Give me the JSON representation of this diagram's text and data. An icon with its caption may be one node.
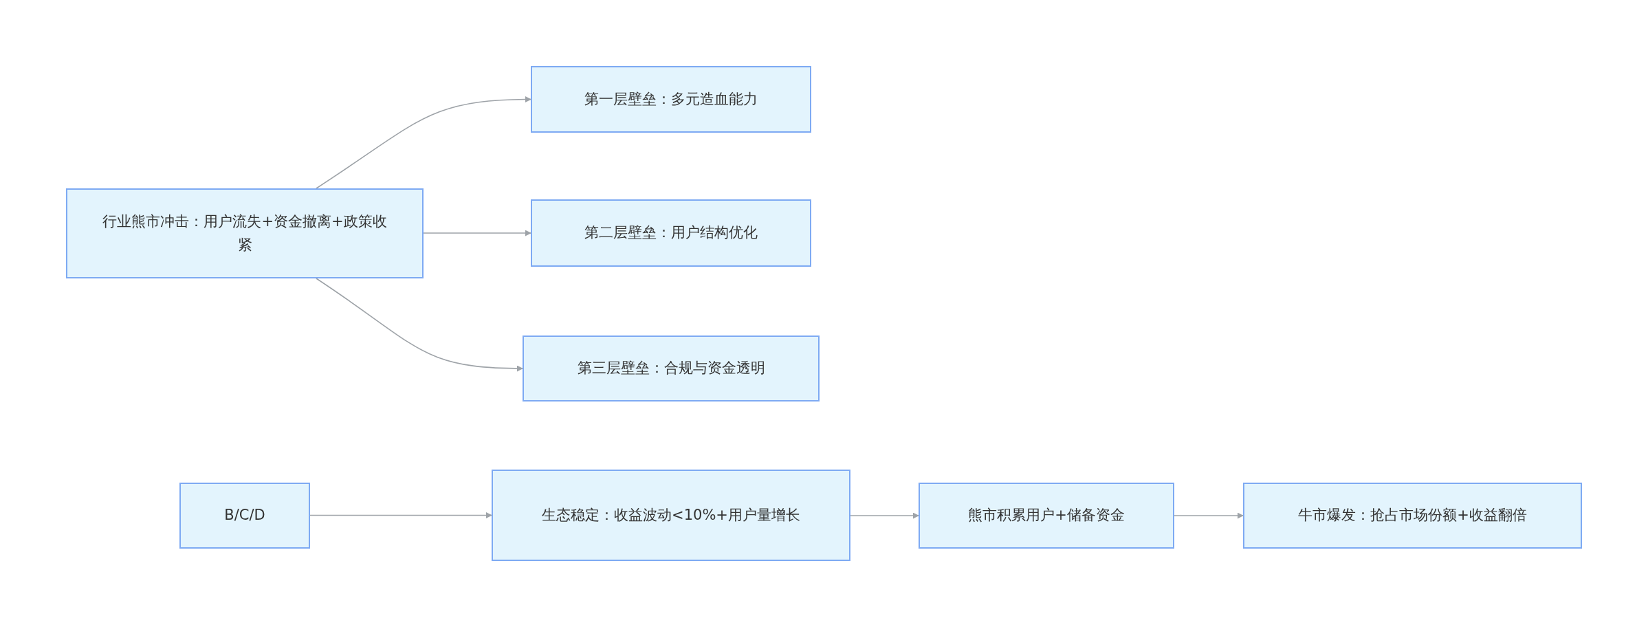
{
  "diagram": {
    "nodes": [
      {
        "text": [
          "行业熊市冲击：用户流失+资金撤离+政策收紧"
        ]
      },
      {
        "text": [
          "第一层壁垒：多元造血能力"
        ]
      },
      {
        "text": [
          "第二层壁垒：用户结构优化"
        ]
      },
      {
        "text": [
          "第三层壁垒：合规与资金透明"
        ]
      },
      {
        "text": [
          "B/C/D"
        ]
      },
      {
        "text": [
          "生态稳定：收益波动<10%+用户量增长"
        ]
      },
      {
        "text": [
          "熊市积累用户+储备资金"
        ]
      },
      {
        "text": [
          "牛市爆发：抢占市场份额+收益翻倍"
        ]
      }
    ],
    "edges": [
      {
        "from": 0,
        "to": 1,
        "arrow": "to"
      },
      {
        "from": 0,
        "to": 2,
        "arrow": "to"
      },
      {
        "from": 0,
        "to": 3,
        "arrow": "to"
      },
      {
        "from": 4,
        "to": 5,
        "arrow": "to"
      },
      {
        "from": 5,
        "to": 6,
        "arrow": "to"
      },
      {
        "from": 6,
        "to": 7,
        "arrow": "to"
      }
    ]
  }
}
